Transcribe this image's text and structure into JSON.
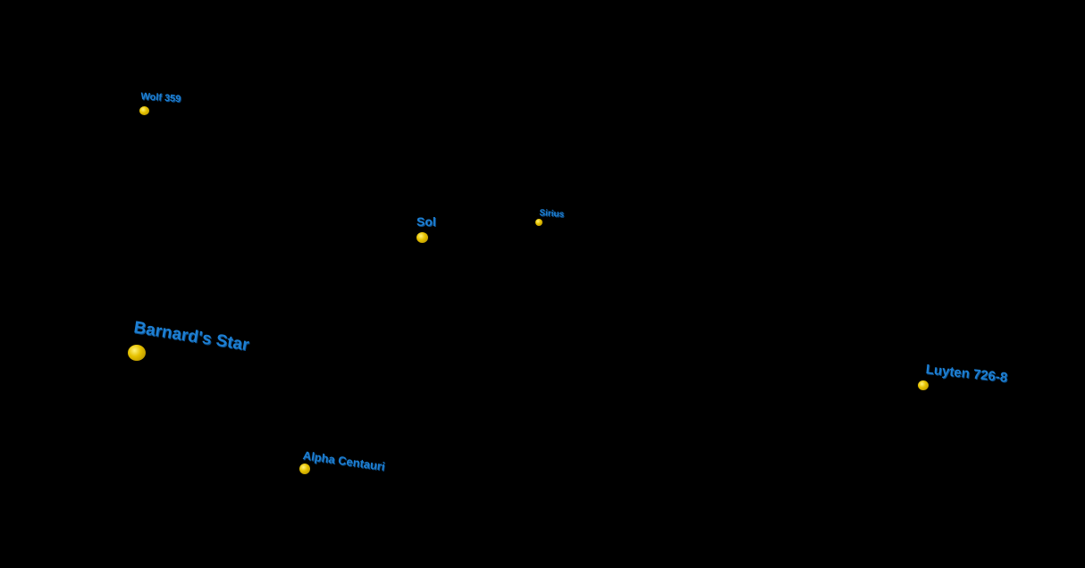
{
  "stars": [
    {
      "name": "Wolf 359"
    },
    {
      "name": "Sol"
    },
    {
      "name": "Sirius"
    },
    {
      "name": "Barnard's Star"
    },
    {
      "name": "Luyten 726-8"
    },
    {
      "name": "Alpha Centauri"
    }
  ],
  "colors": {
    "star": "#e6c200",
    "label": "#1e7fd2",
    "background": "#000000"
  }
}
